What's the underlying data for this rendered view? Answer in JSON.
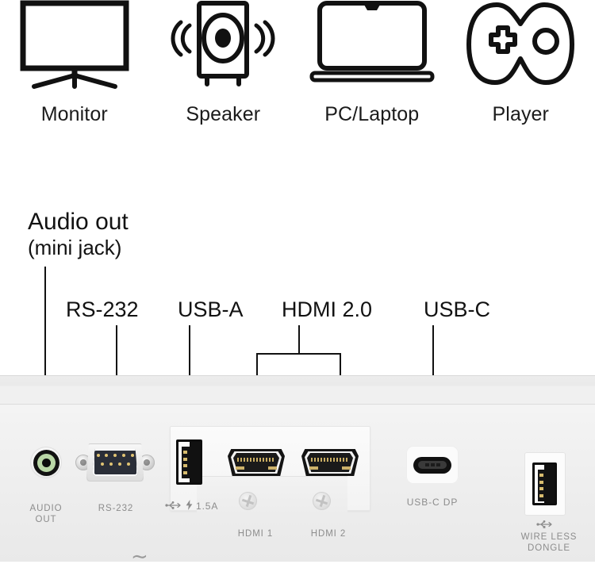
{
  "devices": [
    {
      "icon": "monitor-icon",
      "label": "Monitor"
    },
    {
      "icon": "speaker-icon",
      "label": "Speaker"
    },
    {
      "icon": "laptop-icon",
      "label": "PC/Laptop"
    },
    {
      "icon": "gamepad-icon",
      "label": "Player"
    }
  ],
  "callouts": {
    "audio_line1": "Audio out",
    "audio_line2": "(mini jack)",
    "rs232": "RS-232",
    "usba": "USB-A",
    "hdmi": "HDMI 2.0",
    "usbc": "USB-C"
  },
  "panel": {
    "silk": {
      "audio_out": "AUDIO\nOUT",
      "rs232": "RS-232",
      "usb_power": "1.5A",
      "hdmi1": "HDMI 1",
      "hdmi2": "HDMI 2",
      "usbc_dp": "USB-C DP",
      "wireless_dongle": "WIRE LESS\nDONGLE"
    },
    "ac_symbol": "∼"
  },
  "colors": {
    "line": "#111111",
    "text": "#121212",
    "silk_text": "#8c8c8c",
    "panel_bg": "#efefef",
    "audio_jack_green": "#b9d7a6",
    "port_black": "#111111",
    "gold_contact": "#d8bc6e"
  }
}
